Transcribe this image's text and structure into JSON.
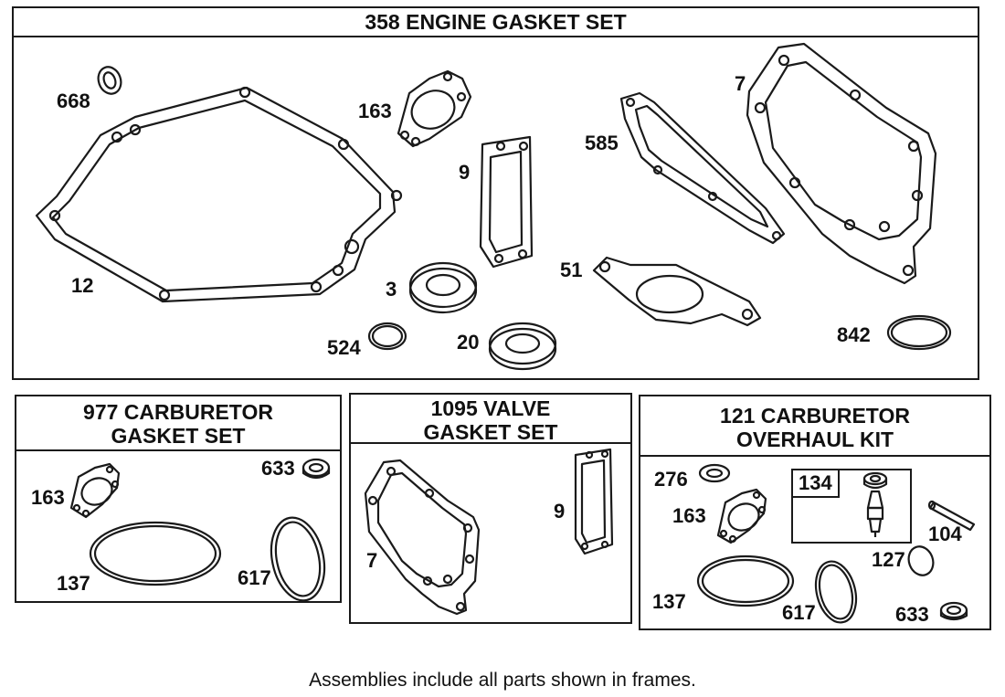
{
  "frames": {
    "engine": {
      "title": "358 ENGINE GASKET SET",
      "labels": {
        "p668": "668",
        "p163": "163",
        "p9": "9",
        "p585": "585",
        "p7": "7",
        "p12": "12",
        "p3": "3",
        "p51": "51",
        "p524": "524",
        "p20": "20",
        "p842": "842"
      }
    },
    "carb": {
      "title_line1": "977 CARBURETOR",
      "title_line2": "GASKET SET",
      "labels": {
        "p163": "163",
        "p633": "633",
        "p137": "137",
        "p617": "617"
      }
    },
    "valve": {
      "title_line1": "1095 VALVE",
      "title_line2": "GASKET SET",
      "labels": {
        "p9": "9",
        "p7": "7"
      }
    },
    "overhaul": {
      "title_line1": "121 CARBURETOR",
      "title_line2": "OVERHAUL KIT",
      "labels": {
        "p276": "276",
        "p134": "134",
        "p163": "163",
        "p104": "104",
        "p127": "127",
        "p137": "137",
        "p617": "617",
        "p633": "633"
      }
    }
  },
  "footer": "Assemblies include all parts shown in frames."
}
